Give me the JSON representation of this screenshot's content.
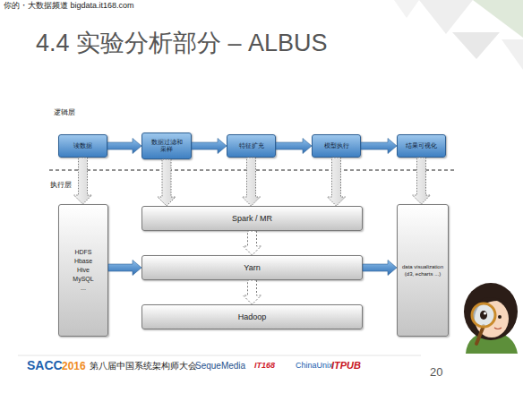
{
  "diagram": {
    "title": "4.4 实验分析部分 – ALBUS",
    "nodes": [
      {
        "text": [
          "读数据"
        ]
      },
      {
        "text": [
          "数据过滤和采样"
        ]
      },
      {
        "text": [
          "特征扩充"
        ]
      },
      {
        "text": [
          "模型执行"
        ]
      },
      {
        "text": [
          "结果可视化"
        ]
      },
      {
        "text": [
          "HDFS Hbase Hive MySQL ..."
        ]
      },
      {
        "text": [
          "Spark / MR"
        ]
      },
      {
        "text": [
          "Yarn"
        ]
      },
      {
        "text": [
          "Hadoop"
        ]
      },
      {
        "text": [
          "data visualization (d3, echarts ...)"
        ]
      }
    ],
    "edges": [
      {
        "from": 0,
        "to": 1,
        "arrow": "to"
      },
      {
        "from": 1,
        "to": 2,
        "arrow": "to"
      },
      {
        "from": 2,
        "to": 3,
        "arrow": "to"
      },
      {
        "from": 3,
        "to": 4,
        "arrow": "to"
      },
      {
        "from": 0,
        "to": 5,
        "arrow": "to"
      },
      {
        "from": 1,
        "to": 6,
        "arrow": "to"
      },
      {
        "from": 2,
        "to": 6,
        "arrow": "to"
      },
      {
        "from": 3,
        "to": 6,
        "arrow": "to"
      },
      {
        "from": 4,
        "to": 9,
        "arrow": "to"
      },
      {
        "from": 6,
        "to": 7,
        "arrow": "to"
      },
      {
        "from": 7,
        "to": 8,
        "arrow": "to"
      },
      {
        "from": 5,
        "to": 7,
        "arrow": "to"
      },
      {
        "from": 7,
        "to": 9,
        "arrow": "to"
      }
    ],
    "labels": [
      "你的・大数据频道 bigdata.it168.com",
      "逻辑层",
      "执行层",
      "SACC",
      "2016",
      "第八届中国系统架构师大会",
      "SequeMedia",
      "IT168",
      "ChinaUnix",
      "ITPUB",
      "20"
    ]
  }
}
